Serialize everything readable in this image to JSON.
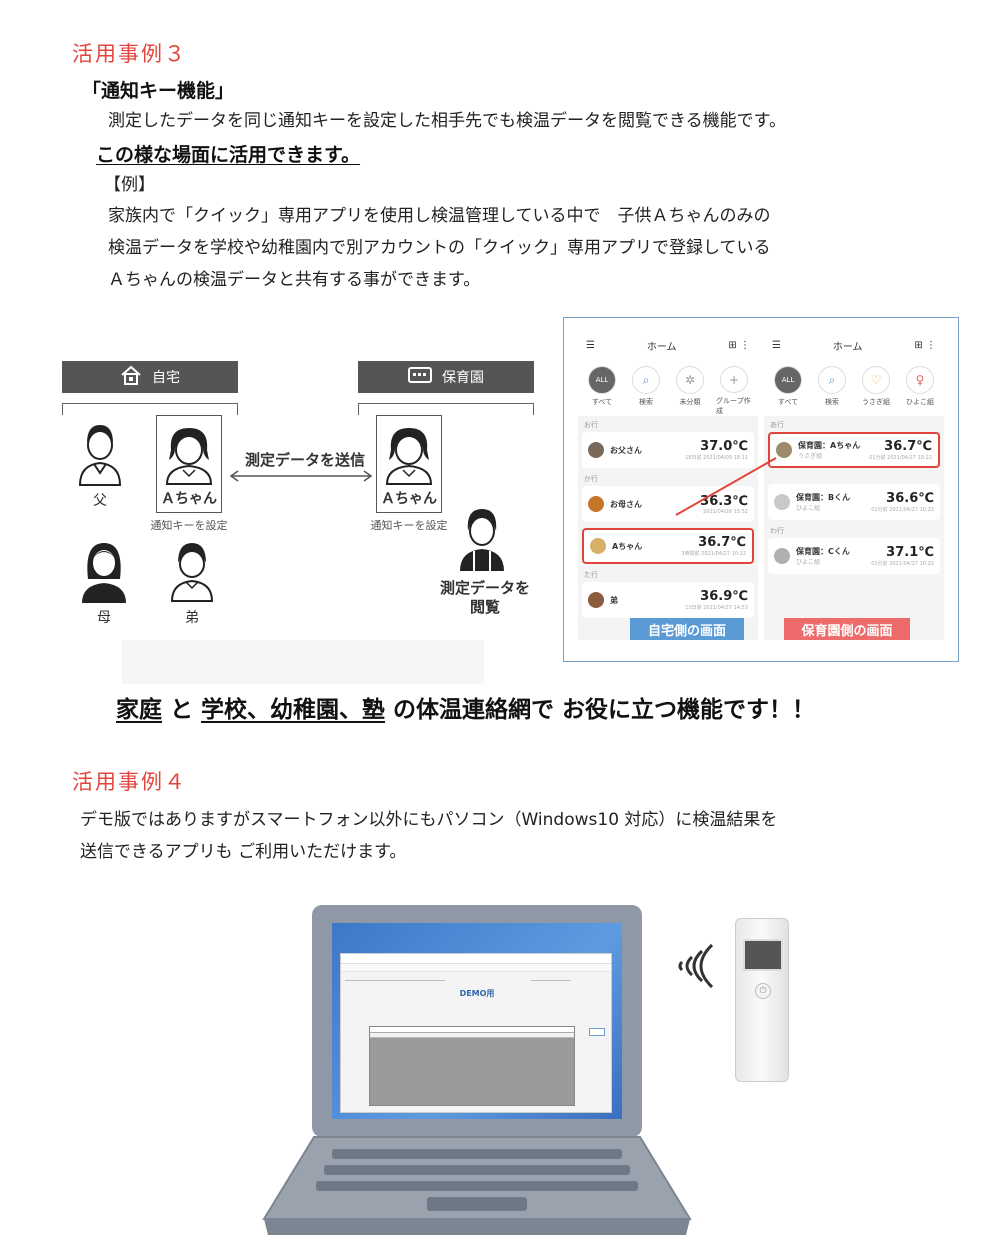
{
  "case3": {
    "title": "活用事例３",
    "subtitle": "「通知キー機能」",
    "description": "測定したデータを同じ通知キーを設定した相手先でも検温データを閲覧できる機能です。",
    "scene_heading": "この様な場面に活用できます。",
    "example_label": "【例】",
    "example_lines": [
      "家族内で「クイック」専用アプリを使用し検温管理している中で　子供Ａちゃんのみの",
      "検温データを学校や幼稚園内で別アカウントの「クイック」専用アプリで登録している",
      "Ａちゃんの検温データと共有する事ができます。"
    ]
  },
  "diagram": {
    "home_label": "自宅",
    "nursery_label": "保育園",
    "father": "父",
    "mother": "母",
    "brother": "弟",
    "child": "Ａちゃん",
    "child_nursery": "Ａちゃん",
    "notify_key_home": "通知キーを設定",
    "notify_key_nursery": "通知キーを設定",
    "send_label": "測定データを送信",
    "view_label_1": "測定データを",
    "view_label_2": "閲覧"
  },
  "screens": {
    "home": {
      "title": "ホーム",
      "circles": [
        "すべて",
        "検索",
        "未分類",
        "グループ作成"
      ],
      "groups": [
        "お行",
        "か行",
        "",
        "た行"
      ],
      "entries": [
        {
          "name": "お父さん",
          "temp": "37.0℃",
          "time": "18日前 2021/04/09 18:11"
        },
        {
          "name": "お母さん",
          "temp": "36.3℃",
          "time": "2021/04/26 15:52"
        },
        {
          "name": "Aちゃん",
          "temp": "36.7℃",
          "time": "3時間前 2021/04/27 10:22"
        },
        {
          "name": "弟",
          "temp": "36.9℃",
          "time": "13日前 2021/04/27 14:53"
        }
      ],
      "caption": "自宅側の画面"
    },
    "nursery": {
      "title": "ホーム",
      "circles": [
        "すべて",
        "検索",
        "うさぎ組",
        "ひよこ組"
      ],
      "groups": [
        "あ行",
        "",
        "わ行"
      ],
      "entries": [
        {
          "name": "保育園：Aちゃん",
          "sub": "うさぎ組",
          "temp": "36.7℃",
          "time": "01分前 2021/04/27 10:22"
        },
        {
          "name": "保育園：Bくん",
          "sub": "ひよこ組",
          "temp": "36.6℃",
          "time": "01分前 2021/04/27 10:22"
        },
        {
          "name": "保育園：Cくん",
          "sub": "ひよこ組",
          "temp": "37.1℃",
          "time": "01分前 2021/04/27 10:22"
        }
      ],
      "caption": "保育園側の画面"
    }
  },
  "slogan": {
    "part1": "家庭",
    "part2": " と ",
    "part3": "学校、幼稚園、塾",
    "part4": " の体温連絡網で お役に立つ機能です！！"
  },
  "case4": {
    "title": "活用事例４",
    "lines": [
      "デモ版ではありますがスマートフォン以外にもパソコン（Windows10 対応）に検温結果を",
      "送信できるアプリも ご利用いただけます。"
    ],
    "laptop_screen_label": "DEMO用"
  }
}
